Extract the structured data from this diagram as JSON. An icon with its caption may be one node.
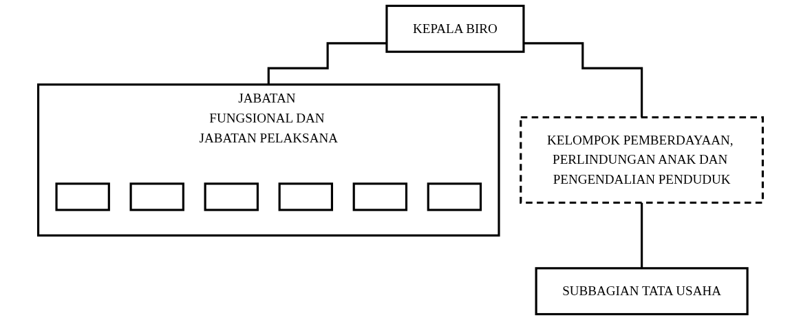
{
  "diagram": {
    "nodes": [
      {
        "text": [
          "KEPALA BIRO"
        ]
      },
      {
        "text": [
          "KELOMPOK PEMBERDAYAAN, PERLINDUNGAN ANAK DAN PENGENDALIAN PENDUDUK"
        ]
      },
      {
        "text": [
          "SUBBAGIAN TATA USAHA"
        ]
      },
      {
        "text": [
          "JABATAN FUNGSIONAL DAN JABATAN PELAKSANA"
        ]
      },
      {
        "text": [],
        "shape": "box",
        "in": 3
      },
      {
        "text": [],
        "shape": "box",
        "in": 3
      },
      {
        "text": [],
        "shape": "box",
        "in": 3
      },
      {
        "text": [],
        "shape": "box",
        "in": 3
      },
      {
        "text": [],
        "shape": "box",
        "in": 3
      },
      {
        "text": [],
        "shape": "box",
        "in": 3
      }
    ],
    "edges": [
      {
        "from": 0,
        "to": 3,
        "arrow": "none"
      },
      {
        "from": 0,
        "to": 1,
        "arrow": "none"
      },
      {
        "from": 1,
        "to": 2,
        "arrow": "none"
      }
    ]
  }
}
